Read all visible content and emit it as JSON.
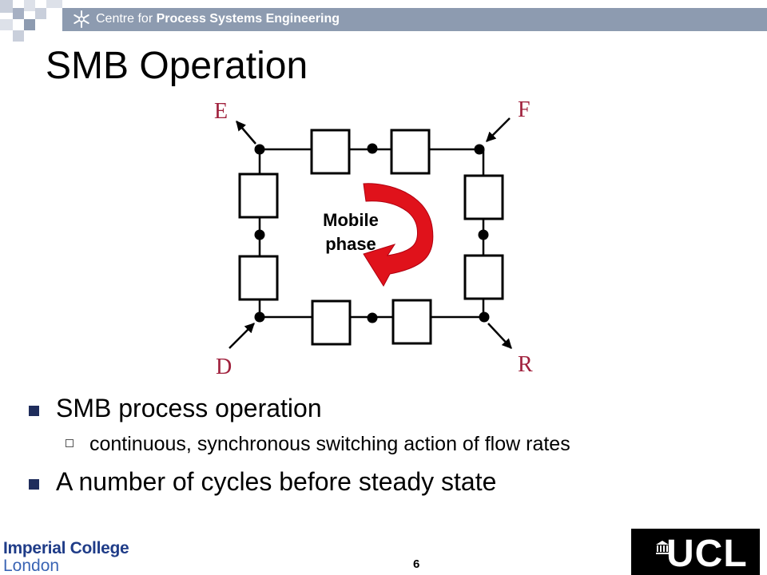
{
  "header": {
    "title_prefix": "Centre for ",
    "title_bold": "Process Systems Engineering"
  },
  "slide": {
    "title": "SMB Operation",
    "page_number": "6"
  },
  "diagram": {
    "labels": {
      "E": "E",
      "F": "F",
      "D": "D",
      "R": "R"
    },
    "mobile_phase_line1": "Mobile",
    "mobile_phase_line2": "phase",
    "label_color": "#a0203c",
    "arrow_color": "#e0121b"
  },
  "bullets": [
    {
      "text": "SMB process operation",
      "sub": [
        "continuous, synchronous switching action of flow rates"
      ]
    },
    {
      "text": "A number of cycles before steady state",
      "sub": []
    }
  ],
  "footer": {
    "imperial_line1": "Imperial College",
    "imperial_line2": "London",
    "ucl": "UCL"
  }
}
